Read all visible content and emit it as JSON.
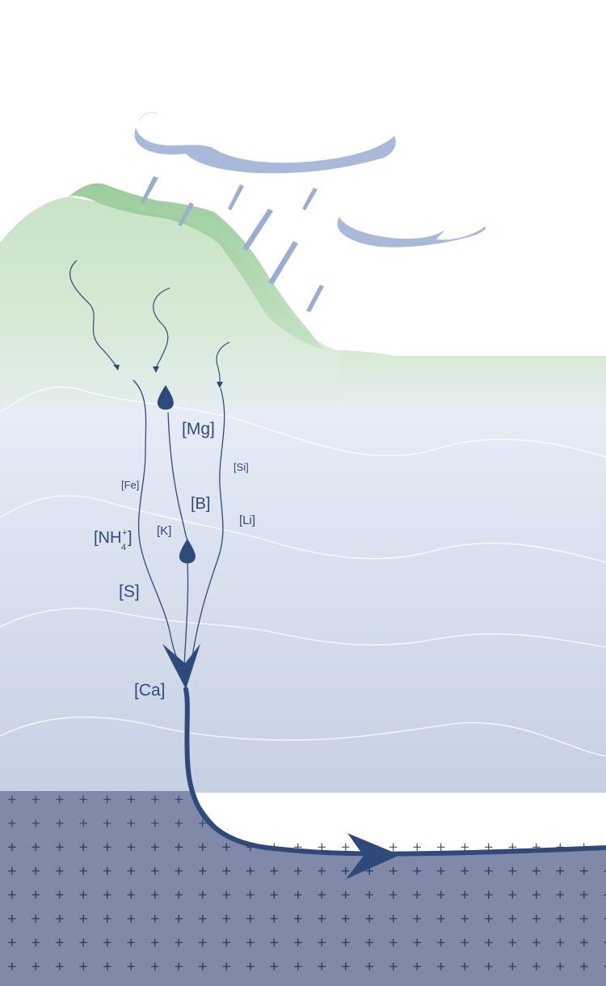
{
  "labels": {
    "mg": "[Mg]",
    "si": "[Si]",
    "fe": "[Fe]",
    "b": "[B]",
    "li": "[Li]",
    "k": "[K]",
    "nh_open": "[NH",
    "nh_sup": "+",
    "nh_sub": "4",
    "nh_close": "]",
    "s": "[S]",
    "ca": "[Ca]"
  },
  "colors": {
    "sky": "#ffffff",
    "hill_light": "#d6ead5",
    "hill_dark": "#94c994",
    "soil_top": "#e8edf6",
    "soil_bottom": "#c8d2e4",
    "bedrock": "#808aa8",
    "bedrock_cross": "#2a3a5e",
    "cloud": "#a8b8d8",
    "rain": "#9aaed0",
    "flow": "#2d4a7a",
    "strata_line": "#ffffff"
  }
}
